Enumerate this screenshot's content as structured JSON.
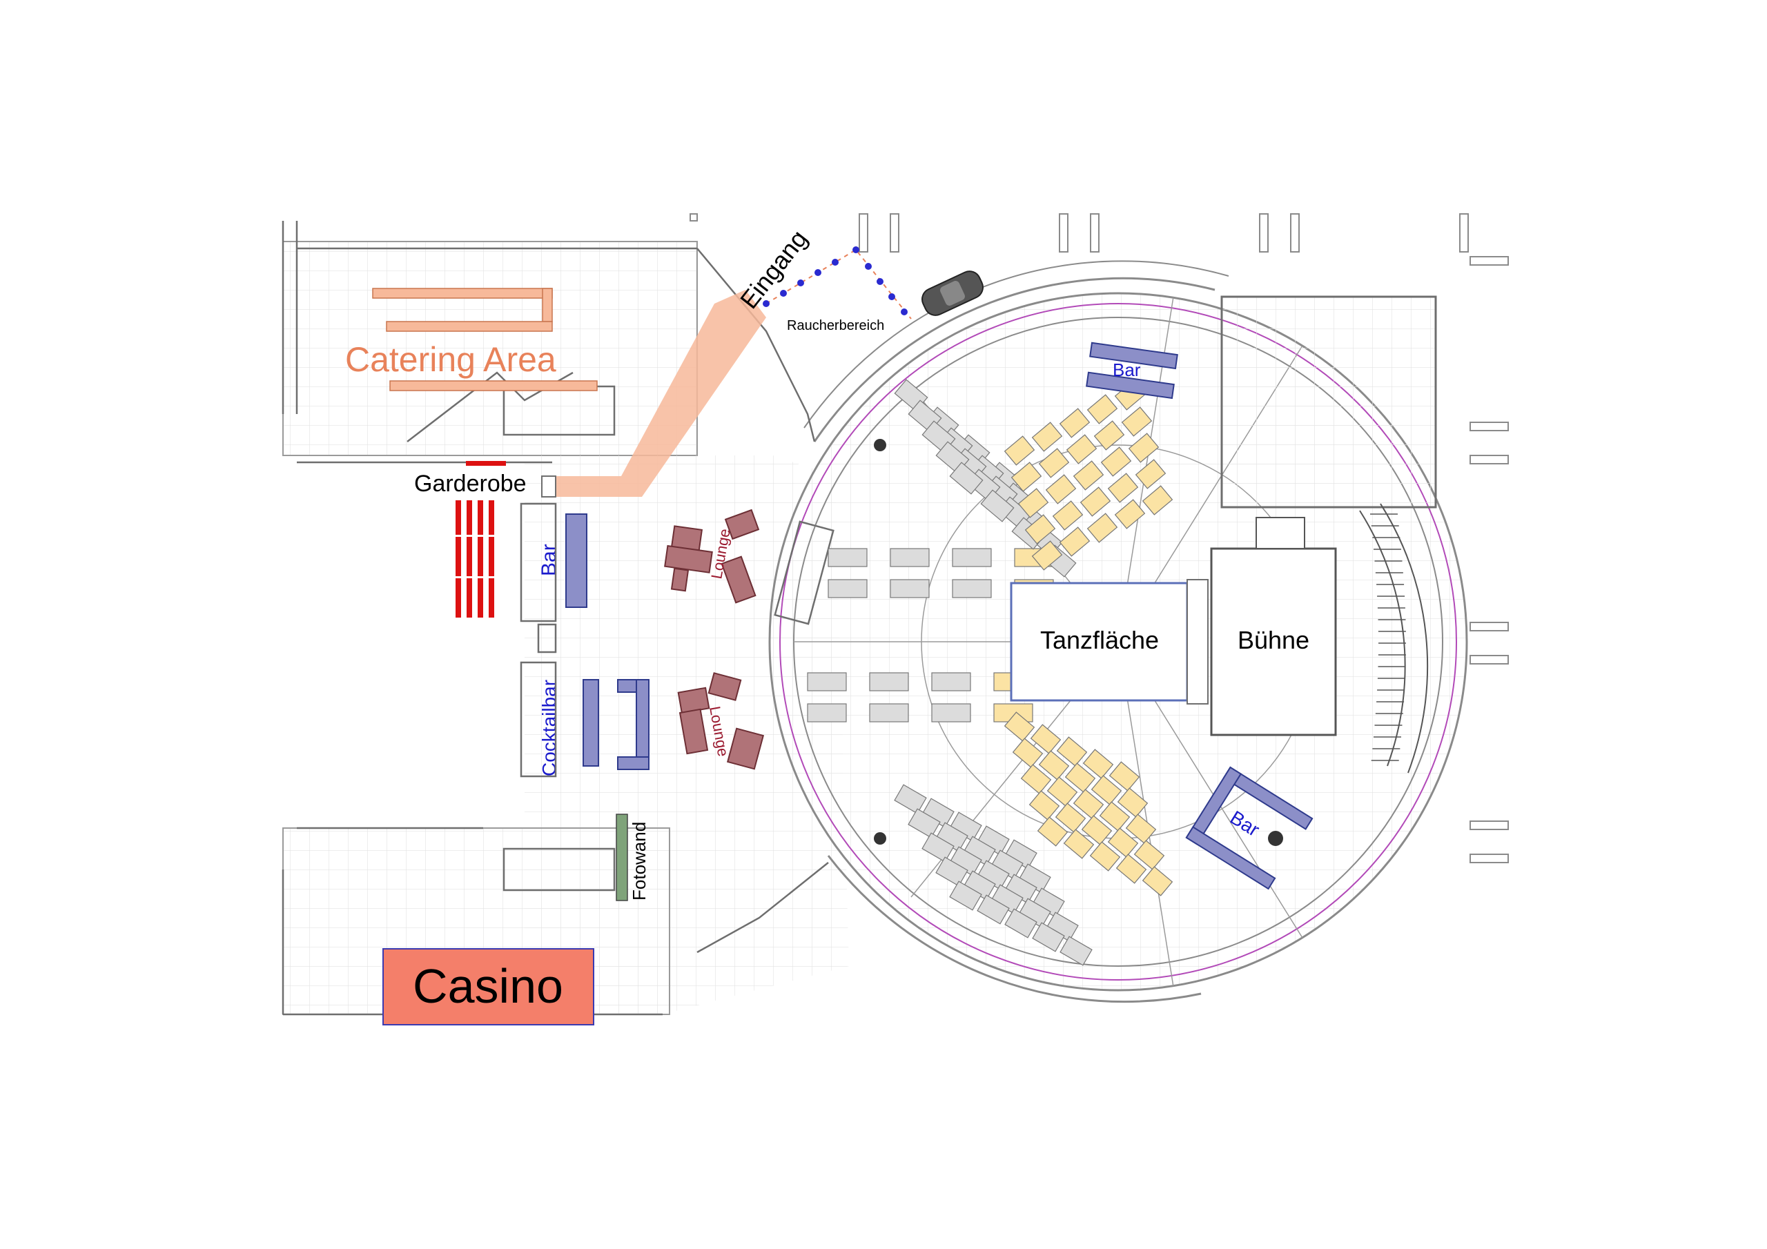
{
  "labels": {
    "catering": "Catering Area",
    "entrance": "Eingang",
    "smoking": "Raucherbereich",
    "cloakroom": "Garderobe",
    "bar_left": "Bar",
    "bar_top": "Bar",
    "bar_right": "Bar",
    "cocktailbar": "Cocktailbar",
    "lounge_top": "Lounge",
    "lounge_bottom": "Lounge",
    "photo_wall": "Fotowand",
    "dance_floor": "Tanzfläche",
    "stage": "Bühne",
    "casino": "Casino"
  },
  "colors": {
    "catering": "#e8825a",
    "catering_fill": "#f7b99a",
    "bar_fill": "#8c8fc8",
    "bar_stroke": "#2e3a8c",
    "bar_text": "#1a1acc",
    "lounge_fill": "#b07378",
    "lounge_text": "#9b1b30",
    "cloakroom_red": "#dd1111",
    "table_grey": "#dcdcdc",
    "table_yellow": "#fbe3a4",
    "casino_fill": "#f47f6a",
    "photo_wall": "#7fa37a",
    "smoking_dots": "#2a2ad0",
    "grid": "#e3e3e3",
    "wall": "#6e6e6e"
  }
}
